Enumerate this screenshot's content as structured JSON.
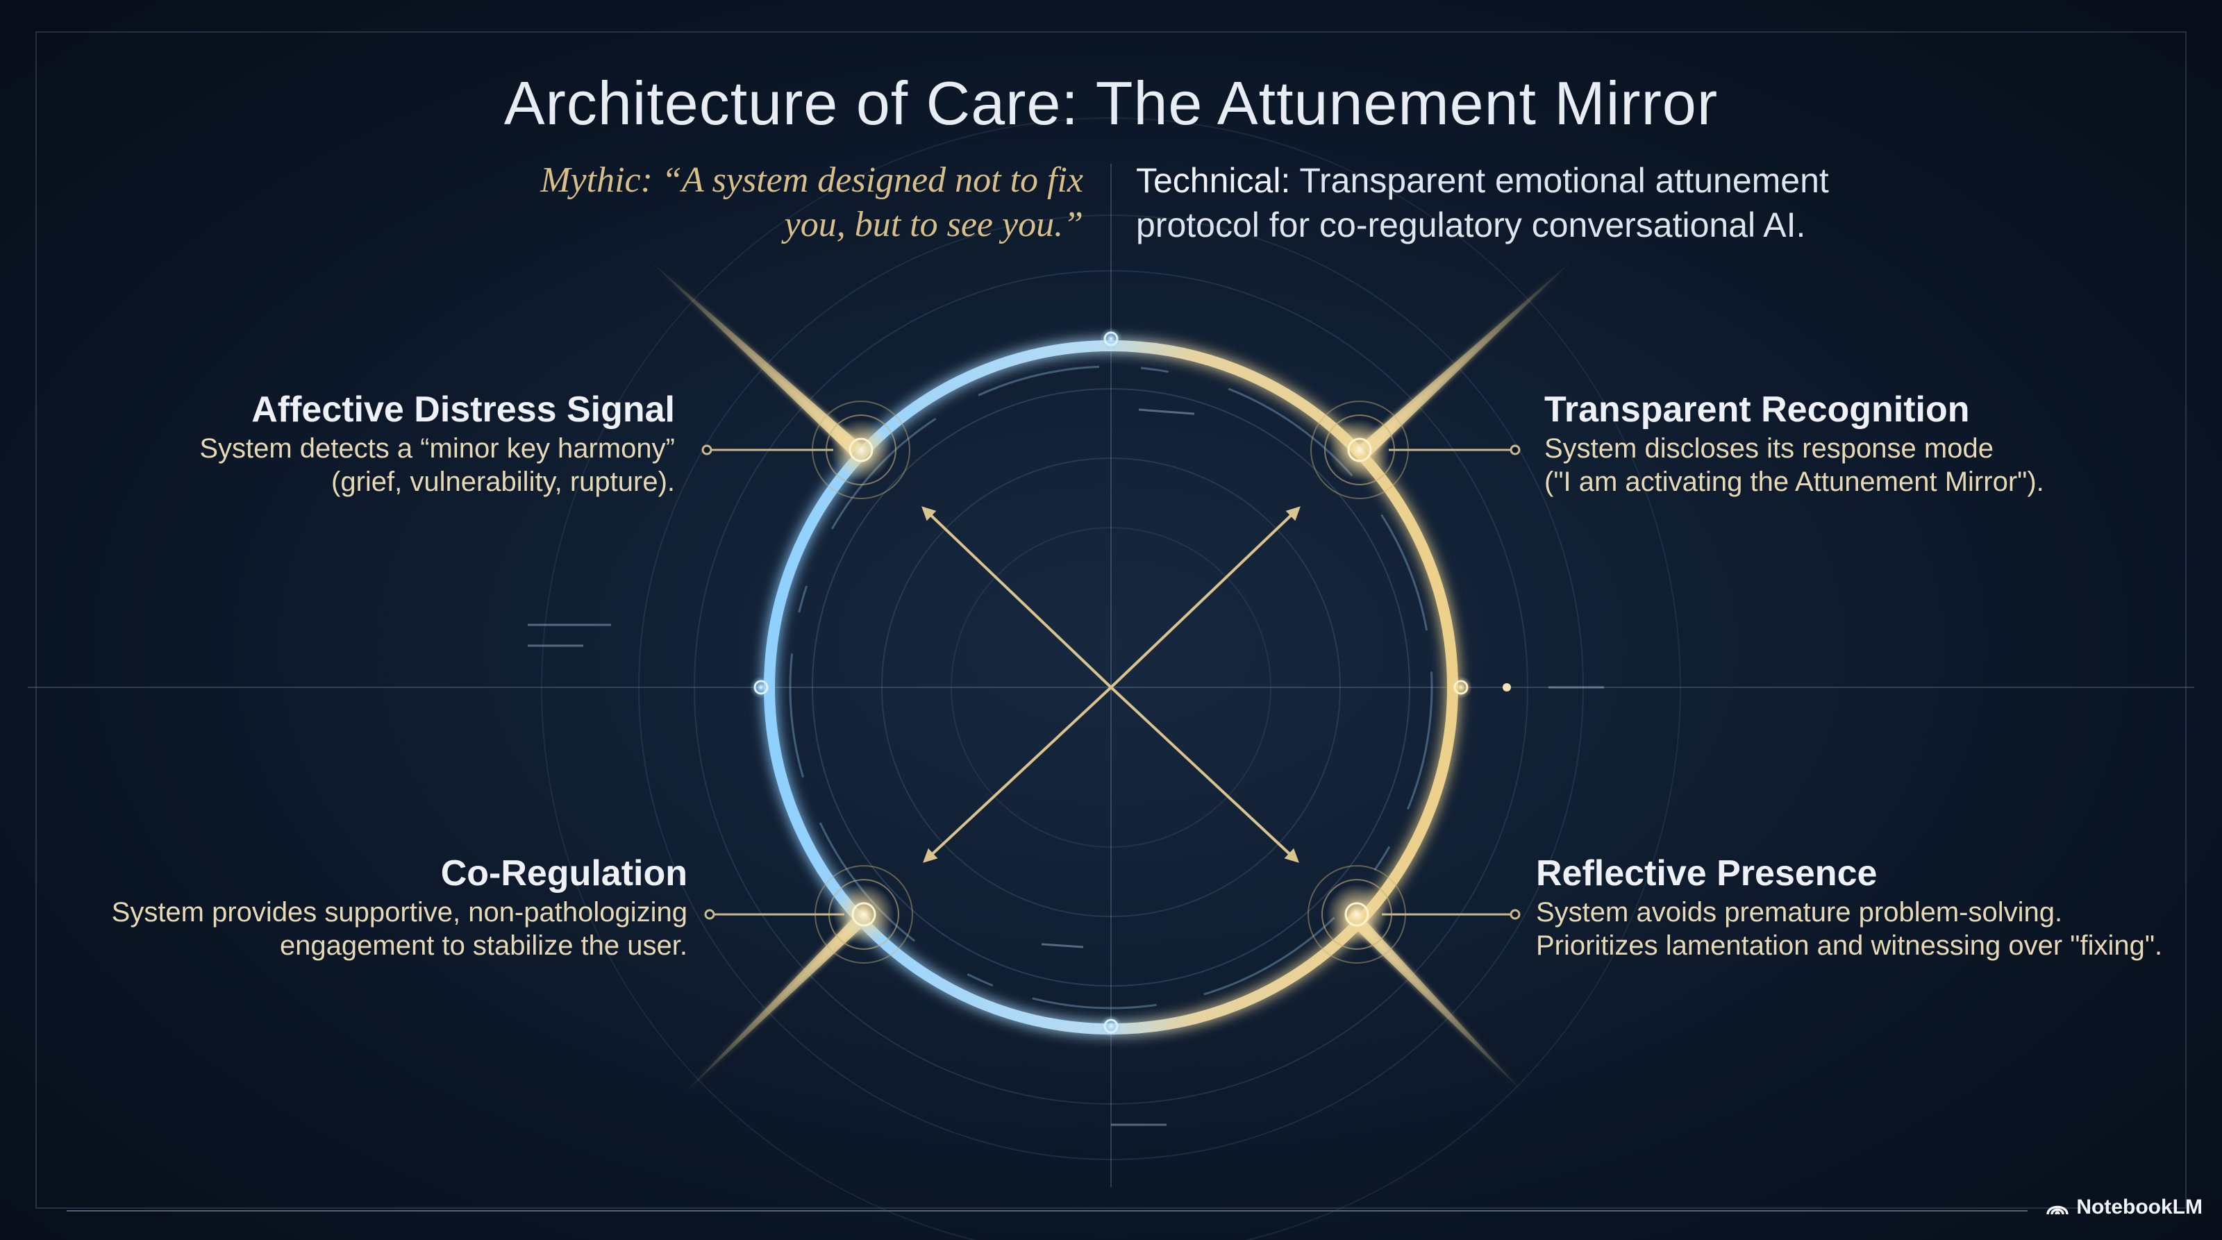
{
  "title": "Architecture of Care: The Attunement Mirror",
  "mythic": {
    "line1": "Mythic: “A system designed not to fix",
    "line2": "you, but to see you.”"
  },
  "technical": {
    "lead": "Technical:",
    "line1_rest": " Transparent emotional attunement",
    "line2": "protocol for co-regulatory conversational AI."
  },
  "nodes": {
    "affective_distress": {
      "title": "Affective Distress Signal",
      "desc_line1": "System detects a “minor key harmony”",
      "desc_line2": "(grief, vulnerability, rupture)."
    },
    "transparent_recognition": {
      "title": "Transparent Recognition",
      "desc_line1": "System discloses its response mode",
      "desc_line2": "(\"I am activating the Attunement Mirror\")."
    },
    "co_regulation": {
      "title": "Co-Regulation",
      "desc_line1": "System provides supportive, non-pathologizing",
      "desc_line2": "engagement to stabilize the user."
    },
    "reflective_presence": {
      "title": "Reflective Presence",
      "desc_line1": "System avoids premature problem-solving.",
      "desc_line2": "Prioritizes lamentation and witnessing over \"fixing\"."
    }
  },
  "brand": "NotebookLM",
  "colors": {
    "background": "#0b1626",
    "ring_cool": "#8fd0ff",
    "ring_warm": "#e9cf8e",
    "arrow": "#d9c48e",
    "title_text": "#e8edf4",
    "desc_text": "#e7d9b4"
  },
  "icons": [
    "node-glow-icon",
    "arrow-icon",
    "notebooklm-logo-icon"
  ]
}
